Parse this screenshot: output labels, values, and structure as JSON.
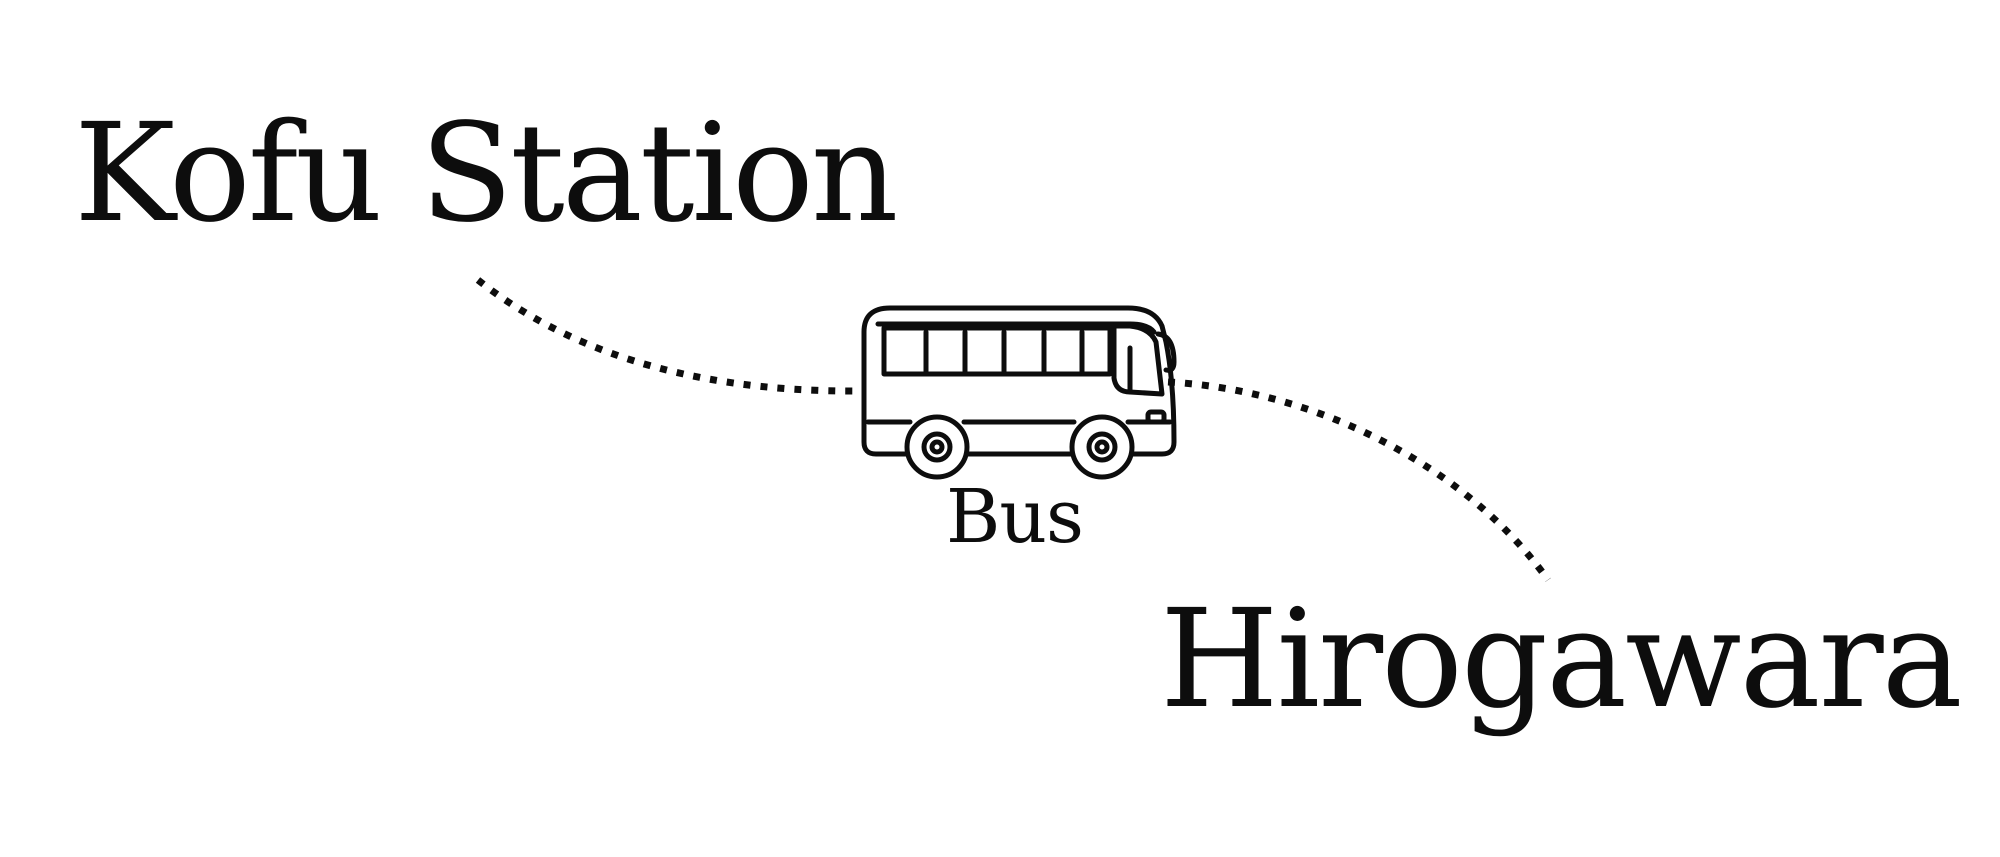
{
  "origin": "Kofu Station",
  "destination": "Hirogawara",
  "transport_mode": "Bus",
  "icon": "bus-icon",
  "colors": {
    "ink": "#0d0d0d",
    "background": "#ffffff"
  }
}
